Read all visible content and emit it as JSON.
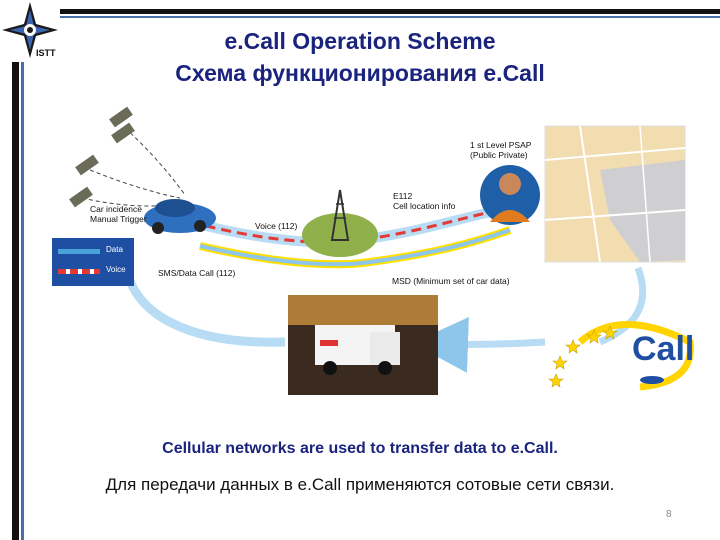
{
  "slide": {
    "title_en": "e.Call Operation Scheme",
    "title_ru": "Схема функционирования e.Call",
    "logo_text": "ISTT",
    "caption_en": "Cellular networks are used to transfer data to e.Call.",
    "caption_ru": "Для передачи данных в e.Call применяются сотовые сети связи.",
    "page_number": "8"
  },
  "diagram": {
    "car_incidence": "Car incidence",
    "manual_trigger": "Manual Trigger",
    "voice_112": "Voice (112)",
    "sms_data_call": "SMS/Data Call (112)",
    "e112": "E112",
    "cell_location": "Cell location info",
    "psap_line1": "1 st Level PSAP",
    "psap_line2": "(Public Private)",
    "msd": "MSD (Minimum set of car data)",
    "legend_data": "Data",
    "legend_voice": "Voice",
    "ecall_logo": "Call",
    "colors": {
      "data": "#4aa3d8",
      "voice": "#e53935",
      "title": "#1a237e",
      "logo": "#1f4fa3",
      "accent_yellow": "#ffe000"
    }
  }
}
